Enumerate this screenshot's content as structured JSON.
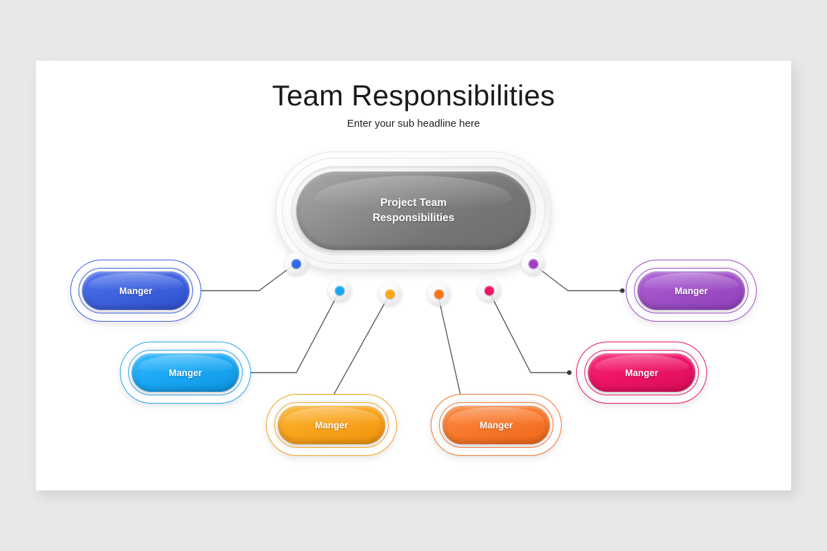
{
  "slide": {
    "title": "Team Responsibilities",
    "subtitle": "Enter your sub headline here",
    "background_color": "#e8e8e9",
    "canvas_color": "#ffffff"
  },
  "hub": {
    "label": "Project Team\nResponsibilities",
    "fill_start": "#a9a9a9",
    "fill_end": "#6d6d6d"
  },
  "branches": [
    {
      "id": "blue",
      "label": "Manger",
      "accent": "#3a5fd9",
      "node_color": "#2f6ae8"
    },
    {
      "id": "light-blue",
      "label": "Manger",
      "accent": "#22a7f0",
      "node_color": "#1aa7f0"
    },
    {
      "id": "amber",
      "label": "Manger",
      "accent": "#f4a11c",
      "node_color": "#f9a51a"
    },
    {
      "id": "orange",
      "label": "Manger",
      "accent": "#f4732b",
      "node_color": "#f97316"
    },
    {
      "id": "pink",
      "label": "Manger",
      "accent": "#ec1164",
      "node_color": "#f01266"
    },
    {
      "id": "purple",
      "label": "Manger",
      "accent": "#9b4bc4",
      "node_color": "#a23ec4"
    }
  ]
}
